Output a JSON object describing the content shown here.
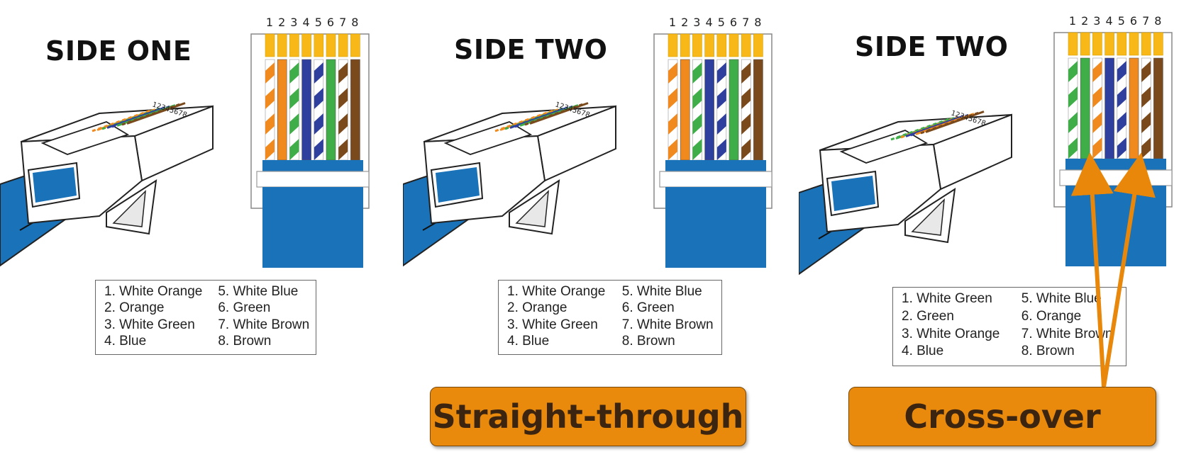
{
  "panels": [
    {
      "title": "SIDE ONE",
      "pin_numbers": [
        "1",
        "2",
        "3",
        "4",
        "5",
        "6",
        "7",
        "8"
      ],
      "wires": [
        "white-orange",
        "orange",
        "white-green",
        "blue",
        "white-blue",
        "green",
        "white-brown",
        "brown"
      ],
      "legend": [
        "1. White Orange",
        "5. White Blue",
        "2. Orange",
        "6. Green",
        "3. White Green",
        "7. White Brown",
        "4. Blue",
        "8. Brown"
      ]
    },
    {
      "title": "SIDE TWO",
      "pin_numbers": [
        "1",
        "2",
        "3",
        "4",
        "5",
        "6",
        "7",
        "8"
      ],
      "wires": [
        "white-orange",
        "orange",
        "white-green",
        "blue",
        "white-blue",
        "green",
        "white-brown",
        "brown"
      ],
      "legend": [
        "1. White Orange",
        "5. White Blue",
        "2. Orange",
        "6. Green",
        "3. White Green",
        "7. White Brown",
        "4. Blue",
        "8. Brown"
      ]
    },
    {
      "title": "SIDE TWO",
      "pin_numbers": [
        "1",
        "2",
        "3",
        "4",
        "5",
        "6",
        "7",
        "8"
      ],
      "wires": [
        "white-green",
        "green",
        "white-orange",
        "blue",
        "white-blue",
        "orange",
        "white-brown",
        "brown"
      ],
      "legend": [
        "1. White Green",
        "5. White Blue",
        "2. Green",
        "6. Orange",
        "3. White Orange",
        "7. White Brown",
        "4. Blue",
        "8. Brown"
      ]
    }
  ],
  "plug_pin_numbers": "12345678",
  "labels": {
    "straight": "Straight-through",
    "cross": "Cross-over"
  },
  "colors": {
    "cable_blue": "#1a72b8",
    "pin_gold": "#f7b818",
    "tag_orange": "#e98a0c",
    "arrow_orange": "#e8870a",
    "orange": "#f08a1e",
    "green": "#3fae49",
    "blue": "#2f3f9e",
    "brown": "#7a4a1c"
  }
}
